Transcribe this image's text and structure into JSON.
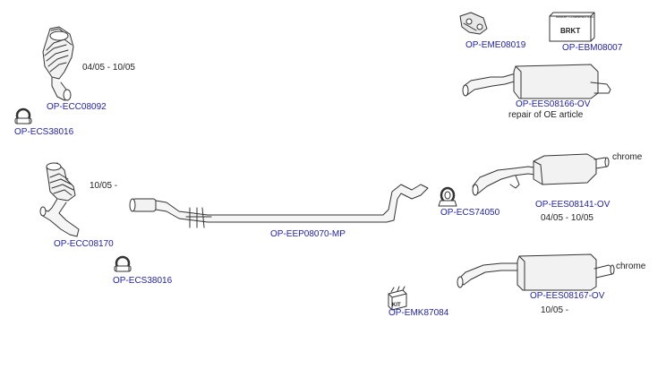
{
  "colors": {
    "link": "#2222aa",
    "text": "#222222",
    "line": "#333333"
  },
  "parts": {
    "catalyst_1": {
      "code": "OP-ECC08092",
      "date": "04/05 - 10/05"
    },
    "clamp_1": {
      "code": "OP-ECS38016"
    },
    "catalyst_2": {
      "code": "OP-ECC08170",
      "date": "10/05 -"
    },
    "clamp_2": {
      "code": "OP-ECS38016"
    },
    "middle_pipe": {
      "code": "OP-EEP08070-MP"
    },
    "clamp_3": {
      "code": "OP-ECS74050"
    },
    "kit": {
      "code": "OP-EMK87084",
      "icon_label": "KIT"
    },
    "mount": {
      "code": "OP-EME08019"
    },
    "bracket": {
      "code": "OP-EBM08007",
      "icon_label": "BRKT",
      "image_caption": "IMAGE COMBINATION"
    },
    "rear_silencer_1": {
      "code": "OP-EES08166-OV",
      "note": "repair of OE article"
    },
    "rear_silencer_2": {
      "code": "OP-EES08141-OV",
      "note": "chrome",
      "date": "04/05 - 10/05"
    },
    "rear_silencer_3": {
      "code": "OP-EES08167-OV",
      "note": "chrome",
      "date": "10/05 -"
    }
  }
}
